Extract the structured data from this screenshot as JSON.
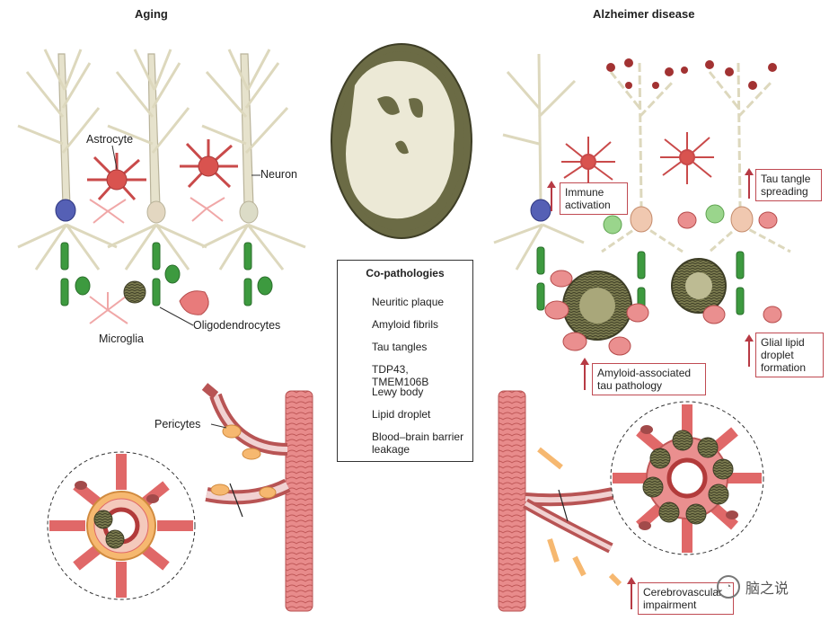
{
  "panels": {
    "left_title": "Aging",
    "right_title": "Alzheimer disease"
  },
  "left_labels": {
    "astrocyte": "Astrocyte",
    "neuron": "Neuron",
    "microglia": "Microglia",
    "oligodendrocytes": "Oligodendrocytes",
    "pericytes": "Pericytes"
  },
  "right_callouts": {
    "immune_activation": "Immune activation",
    "tau_tangle_spreading": "Tau tangle spreading",
    "glial_lipid_droplet": "Glial lipid droplet formation",
    "amyloid_associated_tau": "Amyloid-associated tau pathology",
    "cerebrovascular_impairment": "Cerebrovascular impairment"
  },
  "legend": {
    "title": "Co-pathologies",
    "items": [
      {
        "label": "Neuritic plaque",
        "icon": "neuritic-plaque-icon"
      },
      {
        "label": "Amyloid fibrils",
        "icon": "amyloid-fibrils-icon"
      },
      {
        "label": "Tau tangles",
        "icon": "tau-tangles-icon"
      },
      {
        "label": "TDP43, TMEM106B",
        "icon": "tdp43-icon"
      },
      {
        "label": "Lewy body",
        "icon": "lewy-body-icon"
      },
      {
        "label": "Lipid droplet",
        "icon": "lipid-droplet-icon"
      },
      {
        "label": "Blood–brain barrier leakage",
        "icon": "bbb-leakage-icon"
      }
    ]
  },
  "watermark": "脑之说",
  "colors": {
    "neuron": "#e6e2cc",
    "neuron_outline": "#b9b39a",
    "astrocyte": "#d9534f",
    "microglia": "#f0a7a7",
    "oligodendrocyte": "#3d9a3f",
    "plaque": "#6b6b45",
    "vessel": "#e98a8a",
    "pericyte": "#f6b870",
    "lewy_body": "#5560b5",
    "callout_border": "#c04a52"
  }
}
